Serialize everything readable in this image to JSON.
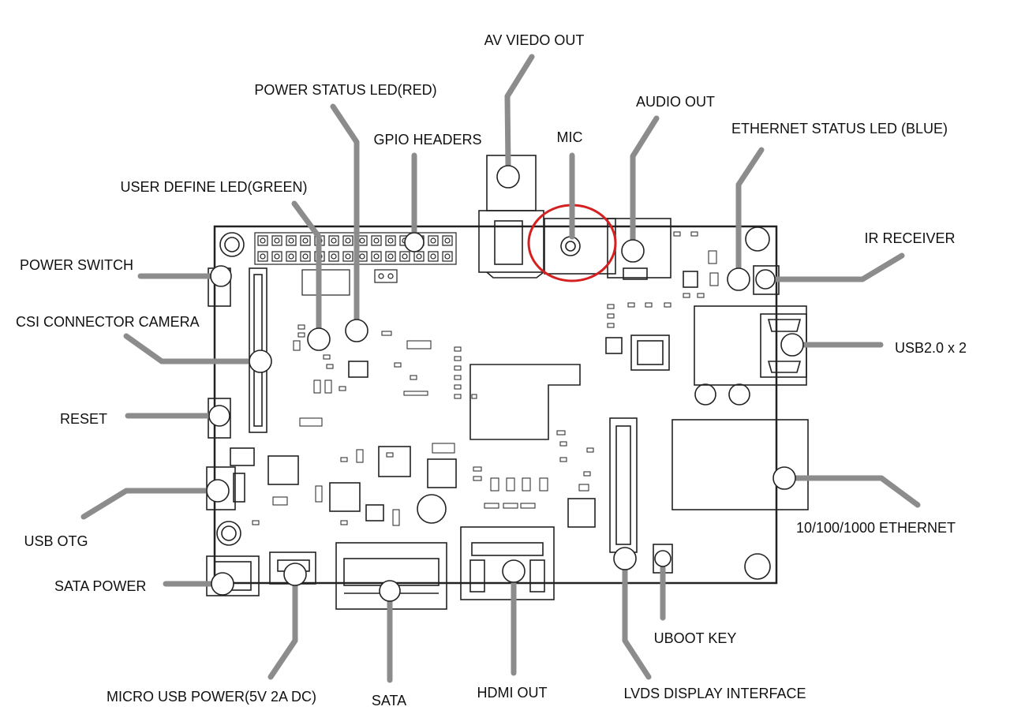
{
  "colors": {
    "leader": "#8c8c8c",
    "board_outline": "#222222",
    "highlight": "#d42020",
    "text": "#111111",
    "background": "#ffffff"
  },
  "labels": {
    "av_video_out": "AV VIEDO OUT",
    "power_status_led": "POWER STATUS LED(RED)",
    "audio_out": "AUDIO OUT",
    "mic": "MIC",
    "gpio_headers": "GPIO HEADERS",
    "ethernet_status_led": "ETHERNET STATUS LED (BLUE)",
    "user_define_led": "USER DEFINE LED(GREEN)",
    "ir_receiver": "IR RECEIVER",
    "power_switch": "POWER SWITCH",
    "csi_connector_camera": "CSI CONNECTOR CAMERA",
    "usb2_x2": "USB2.0 x 2",
    "reset": "RESET",
    "usb_otg": "USB OTG",
    "ethernet_1000": "10/100/1000 ETHERNET",
    "sata_power": "SATA POWER",
    "uboot_key": "UBOOT KEY",
    "micro_usb_power": "MICRO USB POWER(5V 2A DC)",
    "sata": "SATA",
    "hdmi_out": "HDMI OUT",
    "lvds_display": "LVDS DISPLAY INTERFACE"
  },
  "highlighted_component": "mic"
}
